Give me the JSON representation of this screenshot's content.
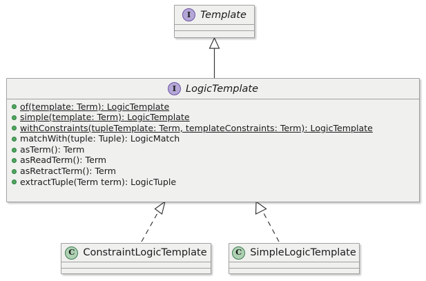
{
  "diagram": {
    "kind": "uml-class-diagram",
    "background": "#ffffff",
    "box_fill": "#f0f0ef",
    "box_border": "#a0a0a0",
    "interface_icon_fill": "#b4a7d6",
    "interface_icon_border": "#6a51a3",
    "class_icon_fill": "#add1b2",
    "class_icon_border": "#3f7a52",
    "public_marker_color": "#4ea95f",
    "connector_color": "#363636"
  },
  "template": {
    "icon": "interface-icon",
    "icon_letter": "I",
    "name": "Template",
    "abstract": true
  },
  "logic_template": {
    "icon": "interface-icon",
    "icon_letter": "I",
    "name": "LogicTemplate",
    "abstract": true,
    "methods": [
      {
        "visibility": "+",
        "marker": "public-marker",
        "static": true,
        "signature": "of(template: Term): LogicTemplate"
      },
      {
        "visibility": "+",
        "marker": "public-marker",
        "static": true,
        "signature": "simple(template: Term): LogicTemplate"
      },
      {
        "visibility": "+",
        "marker": "public-marker",
        "static": true,
        "signature": "withConstraints(tupleTemplate: Term, templateConstraints: Term): LogicTemplate"
      },
      {
        "visibility": "+",
        "marker": "public-marker",
        "static": false,
        "signature": "matchWith(tuple: Tuple): LogicMatch"
      },
      {
        "visibility": "+",
        "marker": "public-marker",
        "static": false,
        "signature": "asTerm(): Term"
      },
      {
        "visibility": "+",
        "marker": "public-marker",
        "static": false,
        "signature": "asReadTerm(): Term"
      },
      {
        "visibility": "+",
        "marker": "public-marker",
        "static": false,
        "signature": "asRetractTerm(): Term"
      },
      {
        "visibility": "+",
        "marker": "public-marker",
        "static": false,
        "signature": "extractTuple(Term term): LogicTuple"
      }
    ]
  },
  "constraint_logic_template": {
    "icon": "class-icon",
    "icon_letter": "C",
    "name": "ConstraintLogicTemplate",
    "abstract": false
  },
  "simple_logic_template": {
    "icon": "class-icon",
    "icon_letter": "C",
    "name": "SimpleLogicTemplate",
    "abstract": false
  },
  "relationships": [
    {
      "type": "generalization",
      "style": "solid",
      "arrow": "hollow-triangle",
      "from": "LogicTemplate",
      "to": "Template"
    },
    {
      "type": "realization",
      "style": "dashed",
      "arrow": "hollow-triangle",
      "from": "ConstraintLogicTemplate",
      "to": "LogicTemplate"
    },
    {
      "type": "realization",
      "style": "dashed",
      "arrow": "hollow-triangle",
      "from": "SimpleLogicTemplate",
      "to": "LogicTemplate"
    }
  ]
}
